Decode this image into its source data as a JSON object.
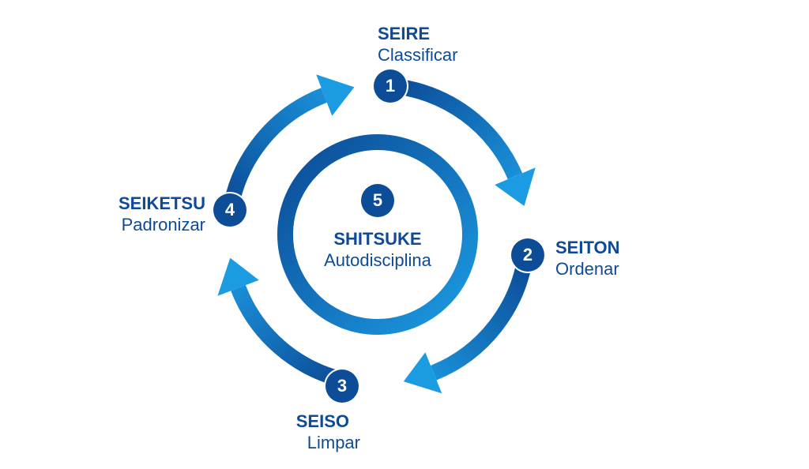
{
  "colors": {
    "dark": "#0c4a96",
    "light": "#1b9be2",
    "text": "#0e4a96"
  },
  "center": {
    "number": "5",
    "title": "SHITSUKE",
    "subtitle": "Autodisciplina"
  },
  "steps": [
    {
      "number": "1",
      "title": "SEIRE",
      "subtitle": "Classificar"
    },
    {
      "number": "2",
      "title": "SEITON",
      "subtitle": "Ordenar"
    },
    {
      "number": "3",
      "title": "SEISO",
      "subtitle": "Limpar"
    },
    {
      "number": "4",
      "title": "SEIKETSU",
      "subtitle": "Padronizar"
    }
  ]
}
